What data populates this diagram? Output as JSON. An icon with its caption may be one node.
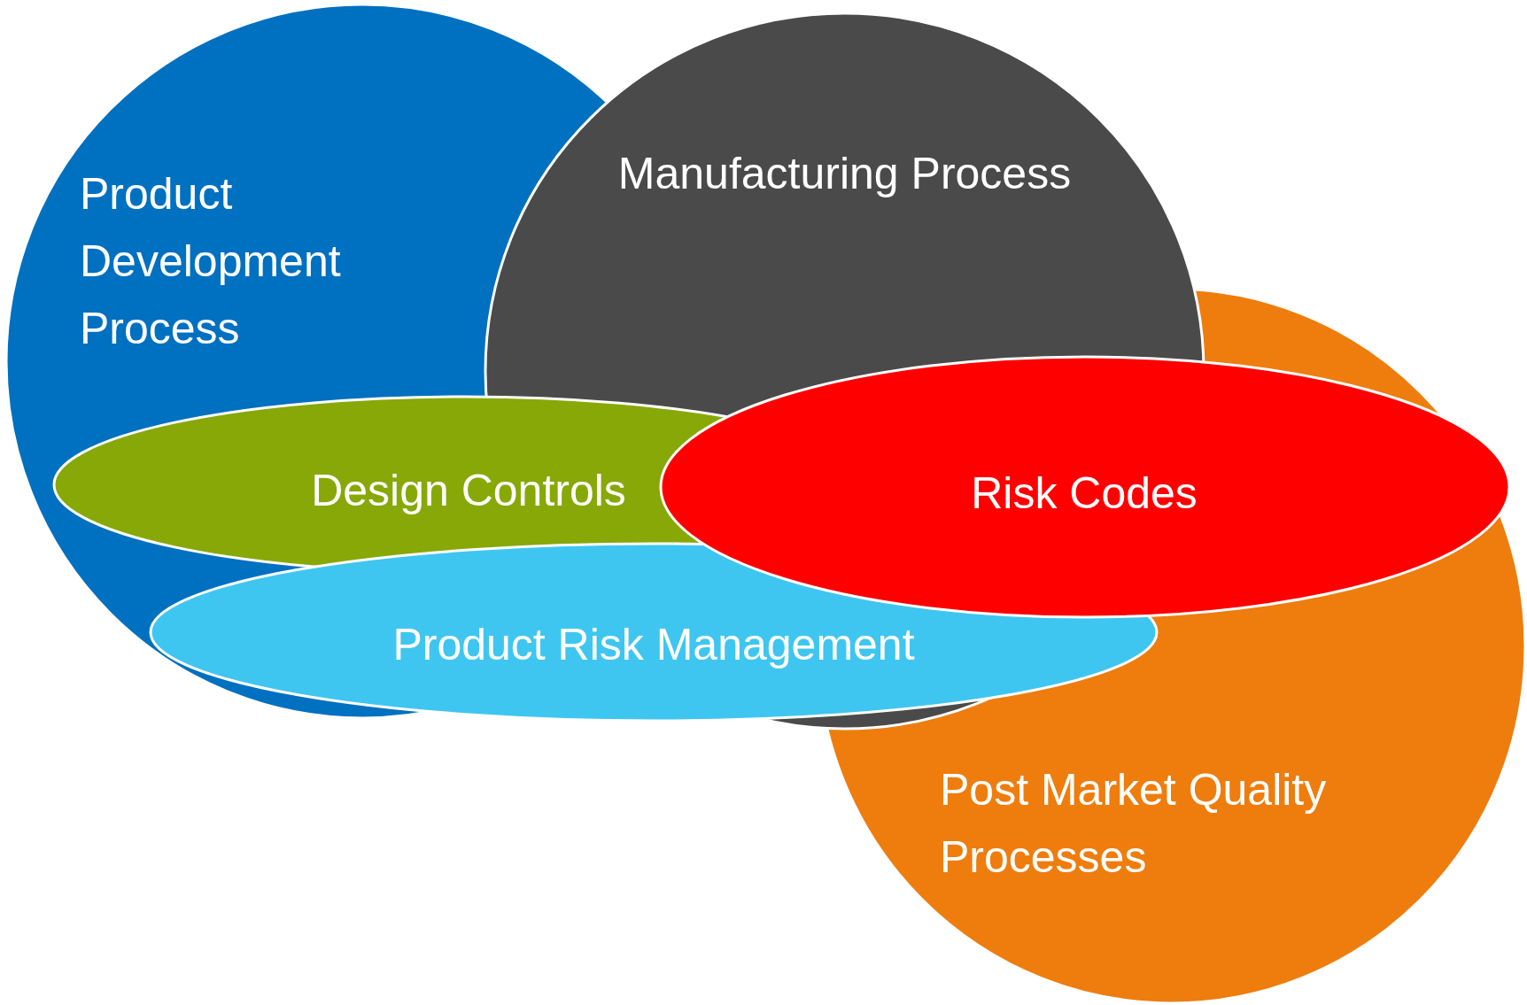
{
  "diagram": {
    "nodes": [
      {
        "text": [
          "Product Development Process"
        ]
      },
      {
        "text": [
          "Manufacturing Process"
        ]
      },
      {
        "text": [
          "Design Controls"
        ]
      },
      {
        "text": [
          "Risk Codes"
        ]
      },
      {
        "text": [
          "Product Risk Management"
        ]
      },
      {
        "text": [
          "Post Market Quality Processes"
        ]
      }
    ]
  }
}
